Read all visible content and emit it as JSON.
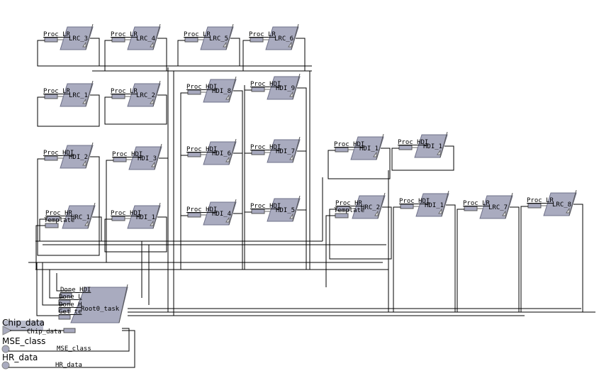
{
  "diagram": {
    "blocks": [
      {
        "name": "LRC_3",
        "input": "Proc_LR"
      },
      {
        "name": "LRC_4",
        "input": "Proc_LR"
      },
      {
        "name": "LRC_5",
        "input": "Proc_LR"
      },
      {
        "name": "LRC_6",
        "input": "Proc_LR"
      },
      {
        "name": "LRC_1",
        "input": "Proc_LR"
      },
      {
        "name": "LRC_2",
        "input": "Proc_LR"
      },
      {
        "name": "HDI_8",
        "input": "Proc_HDI"
      },
      {
        "name": "HDI_9",
        "input": "Proc_HDI"
      },
      {
        "name": "HDI_2",
        "input": "Proc_HDI"
      },
      {
        "name": "HDI_3",
        "input": "Proc_HDI"
      },
      {
        "name": "HDI_6",
        "input": "Proc_HDI"
      },
      {
        "name": "HDI_7",
        "input": "Proc_HDI"
      },
      {
        "name": "HRC_1",
        "input": "Proc_HR",
        "input2": "Template"
      },
      {
        "name": "HDI_1",
        "input": "Proc_HDI"
      },
      {
        "name": "HDI_4",
        "input": "Proc_HDI"
      },
      {
        "name": "HDI_5",
        "input": "Proc_HDI"
      },
      {
        "name": "HDI_1",
        "input": "Proc_HDI"
      },
      {
        "name": "HDI_1",
        "input": "Proc_HDI"
      },
      {
        "name": "HRC_2",
        "input": "Proc_HR",
        "input2": "Template"
      },
      {
        "name": "HDI_1",
        "input": "Proc_HDI"
      },
      {
        "name": "LRC_7",
        "input": "Proc_LR"
      },
      {
        "name": "LRC_8",
        "input": "Proc_LR"
      }
    ],
    "root": {
      "name": "Root0_task",
      "inputs": [
        "Done_HDI",
        "Done_L",
        "Done_H",
        "Get_te",
        "Chip_data"
      ]
    },
    "external_inputs": [
      {
        "name": "Chip_data",
        "wire_label": "Chip_data",
        "shape": "triangle"
      },
      {
        "name": "MSE_class",
        "wire_label": "MSE_class",
        "shape": "circle"
      },
      {
        "name": "HR_data",
        "wire_label": "HR_data",
        "shape": "circle"
      }
    ],
    "colors": {
      "block": "#a9abbf",
      "highlight": "#b9bccc"
    }
  }
}
